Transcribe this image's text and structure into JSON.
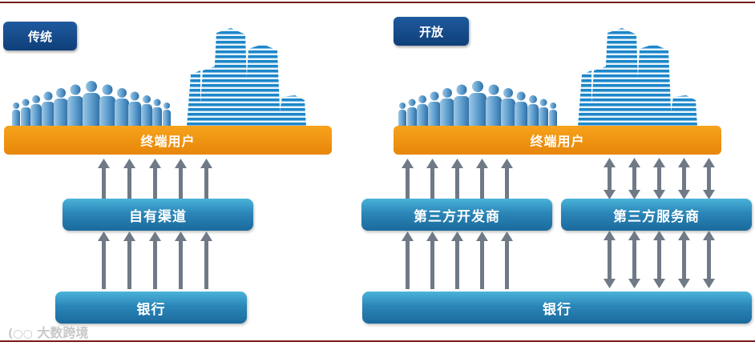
{
  "left_panel": {
    "tag": "传统",
    "end_user_bar": "终端用户",
    "channel_box": "自有渠道",
    "bank_box": "银行"
  },
  "right_panel": {
    "tag": "开放",
    "end_user_bar": "终端用户",
    "developer_box": "第三方开发商",
    "service_box": "第三方服务商",
    "bank_box": "银行"
  },
  "watermark": "大数跨境",
  "colors": {
    "tag_blue": "#134a86",
    "bar_orange": "#f09614",
    "pill_blue": "#2b86b8",
    "arrow_gray": "#707a86",
    "rule_red": "#7a1a1a"
  }
}
